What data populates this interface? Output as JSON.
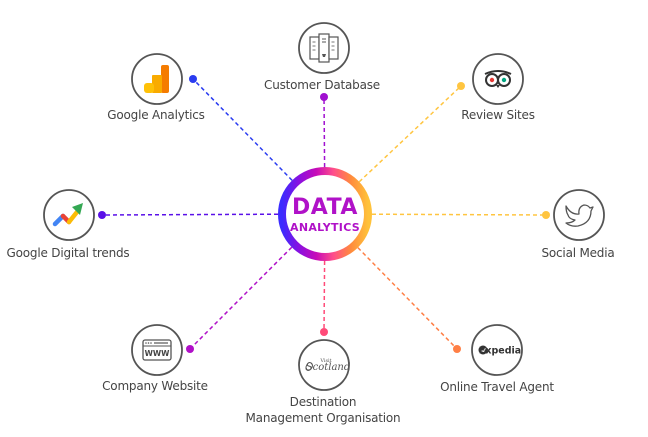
{
  "hub": {
    "title": "DATA",
    "subtitle": "ANALYTICS",
    "gradient": [
      "#3b2cff",
      "#8a10e0",
      "#c70bb8",
      "#ff4f8a",
      "#ff8a3d",
      "#ffc23a"
    ]
  },
  "nodes": [
    {
      "id": "customer-database",
      "label_lines": [
        "Customer Database"
      ],
      "icon": "server-rack-icon",
      "color": "#a010d0"
    },
    {
      "id": "google-analytics",
      "label_lines": [
        "Google Analytics"
      ],
      "icon": "google-analytics-icon",
      "color": "#2a3cf0"
    },
    {
      "id": "review-sites",
      "label_lines": [
        "Review Sites"
      ],
      "icon": "tripadvisor-owl-icon",
      "color": "#ffc540"
    },
    {
      "id": "google-digital-trends",
      "label_lines": [
        "Google Digital trends"
      ],
      "icon": "trend-arrow-icon",
      "color": "#5a10e8"
    },
    {
      "id": "social-media",
      "label_lines": [
        "Social Media"
      ],
      "icon": "twitter-bird-icon",
      "color": "#ffc540"
    },
    {
      "id": "company-website",
      "label_lines": [
        "Company Website"
      ],
      "icon": "browser-www-icon",
      "color": "#b010c8"
    },
    {
      "id": "destination-management",
      "label_lines": [
        "Destination",
        "Management Organisation"
      ],
      "icon": "visit-scotland-logo-icon",
      "icon_text": [
        "Visit",
        "Scotland"
      ],
      "color": "#ff4a78"
    },
    {
      "id": "online-travel-agent",
      "label_lines": [
        "Online Travel Agent"
      ],
      "icon": "expedia-logo-icon",
      "icon_text": [
        "Expedia"
      ],
      "color": "#ff7f45"
    }
  ]
}
